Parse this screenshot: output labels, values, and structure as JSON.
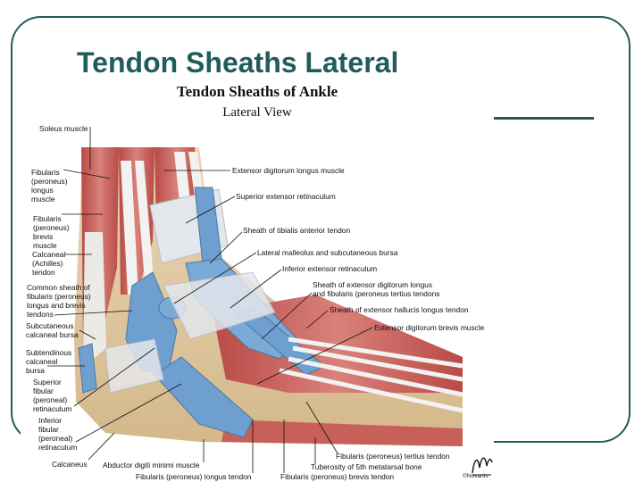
{
  "slide": {
    "title": "Tendon Sheaths Lateral"
  },
  "plate": {
    "title": "Tendon Sheaths of Ankle",
    "subtitle": "Lateral View",
    "credit": "©Novartis",
    "labels": {
      "soleus": "Soleus muscle",
      "fibularis_longus_muscle": "Fibularis\n(peroneus)\nlongus\nmuscle",
      "fibularis_brevis_muscle": "Fibularis\n(peroneus)\nbrevis\nmuscle",
      "calcaneal_tendon": "Calcaneal\n(Achilles)\ntendon",
      "common_sheath": "Common sheath of\nfibularis (peroneus)\nlongus and brevis\ntendons",
      "subcutaneous_calcaneal_bursa": "Subcutaneous\ncalcaneal bursa",
      "subtendinous_calcaneal_bursa": "Subtendinous\ncalcaneal\nbursa",
      "superior_fibular_retinaculum": "Superior\nfibular\n(peroneal)\nretinaculum",
      "inferior_fibular_retinaculum": "Inferior\nfibular\n(peroneal)\nretinaculum",
      "calcaneus": "Calcaneus",
      "abductor_digiti_minimi": "Abductor digiti minimi muscle",
      "fibularis_longus_tendon": "Fibularis (peroneus) longus tendon",
      "fibularis_brevis_tendon": "Fibularis (peroneus) brevis tendon",
      "tuberosity_5th_metatarsal": "Tuberosity of 5th metatarsal bone",
      "fibularis_tertius_tendon": "Fibularis (peroneus) tertius tendon",
      "extensor_digitorum_longus_muscle": "Extensor digitorum longus muscle",
      "superior_extensor_retinaculum": "Superior extensor retinaculum",
      "sheath_tibialis_anterior": "Sheath of tibialis anterior tendon",
      "lateral_malleolus_bursa": "Lateral malleolus and subcutaneous bursa",
      "inferior_extensor_retinaculum": "Inferior extensor retinaculum",
      "sheath_extensor_digitorum": "Sheath of extensor digitorum longus\nand fibularis (peroneus tertius tendons",
      "sheath_extensor_hallucis": "Sheath of extensor hallucis longus tendon",
      "extensor_digitorum_brevis": "Extensor digitorum brevis muscle"
    }
  },
  "colors": {
    "accent": "#1f5c5a",
    "sheath": "#6e9fcf",
    "muscle": "#c8605a",
    "tendon": "#eef0f2",
    "bone": "#dcc49a"
  }
}
